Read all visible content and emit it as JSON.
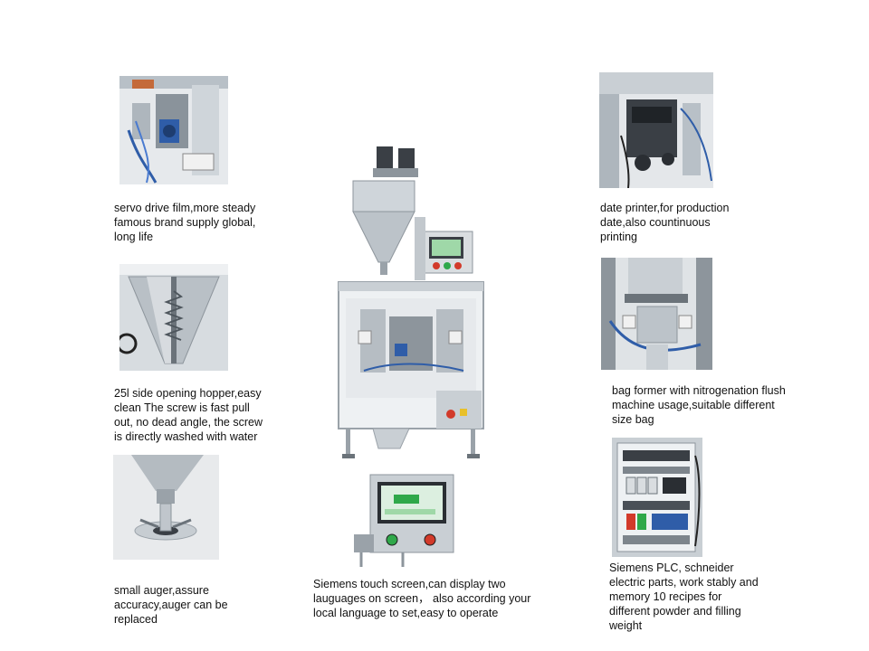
{
  "features": {
    "servo_drive": {
      "caption": "servo drive film,more steady\nfamous brand supply global,\nlong life"
    },
    "hopper": {
      "caption": "25l side opening hopper,easy\nclean The screw is fast pull\nout, no dead angle, the screw\nis directly washed with water"
    },
    "auger": {
      "caption": "small auger,assure\naccuracy,auger can be\nreplaced"
    },
    "touch_screen": {
      "caption": "Siemens touch screen,can display two\nlauguages on screen， also according your\nlocal language to set,easy to operate"
    },
    "date_printer": {
      "caption": "date printer,for production\ndate,also countinuous\nprinting"
    },
    "bag_former": {
      "caption": "bag former with nitrogenation flush\nmachine usage,suitable different\nsize bag"
    },
    "plc": {
      "caption": "Siemens PLC, schneider\nelectric parts, work stably and\nmemory 10 recipes for\ndifferent powder and filling\nweight"
    }
  },
  "colors": {
    "steel": "#c9cfd4",
    "dark": "#3a3f45",
    "blue": "#2f5da8",
    "accent_red": "#d23a2a",
    "accent_green": "#2fa84a",
    "screen": "#9fd8a8"
  }
}
